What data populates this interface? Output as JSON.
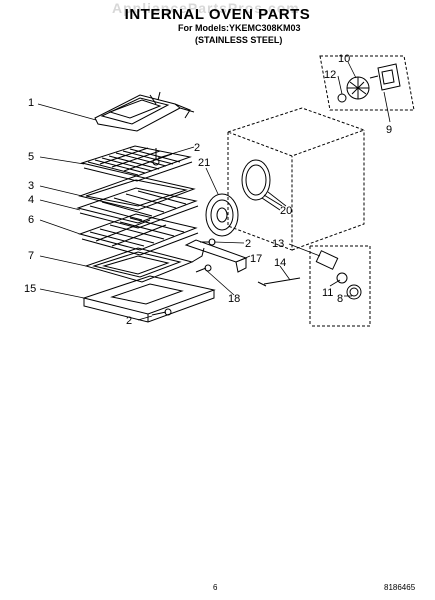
{
  "header": {
    "watermark": "AppliancePartsPros.com",
    "title": "INTERNAL OVEN PARTS",
    "model_line": "For Models:YKEMC308KM03",
    "finish_line": "(STAINLESS STEEL)"
  },
  "callouts": {
    "c1": "1",
    "c2a": "2",
    "c2b": "2",
    "c2c": "2",
    "c3": "3",
    "c4": "4",
    "c5": "5",
    "c6": "6",
    "c7": "7",
    "c8": "8",
    "c9": "9",
    "c10": "10",
    "c11": "11",
    "c12": "12",
    "c13": "13",
    "c14": "14",
    "c15": "15",
    "c17": "17",
    "c18": "18",
    "c20": "20",
    "c21": "21"
  },
  "footer": {
    "page_number": "6",
    "doc_number": "8186465"
  }
}
